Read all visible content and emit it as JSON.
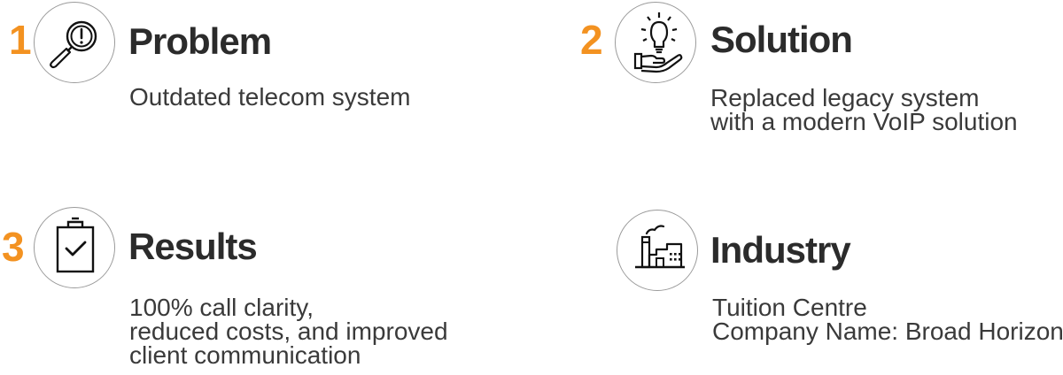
{
  "sections": [
    {
      "number": "1",
      "title": "Problem",
      "icon": "magnifier-alert-icon",
      "lines": [
        "Outdated telecom system"
      ]
    },
    {
      "number": "2",
      "title": "Solution",
      "icon": "lightbulb-hand-icon",
      "lines": [
        "Replaced legacy system",
        "with a modern VoIP solution"
      ]
    },
    {
      "number": "3",
      "title": "Results",
      "icon": "clipboard-check-icon",
      "lines": [
        "100% call clarity,",
        "reduced costs, and improved",
        "client communication"
      ]
    },
    {
      "number": "",
      "title": "Industry",
      "icon": "factory-icon",
      "lines": [
        "Tuition Centre",
        "Company Name: Broad Horizon"
      ]
    }
  ],
  "colors": {
    "accent": "#f39221",
    "text": "#2b2b2b",
    "circle_border": "#9a9a9a"
  }
}
